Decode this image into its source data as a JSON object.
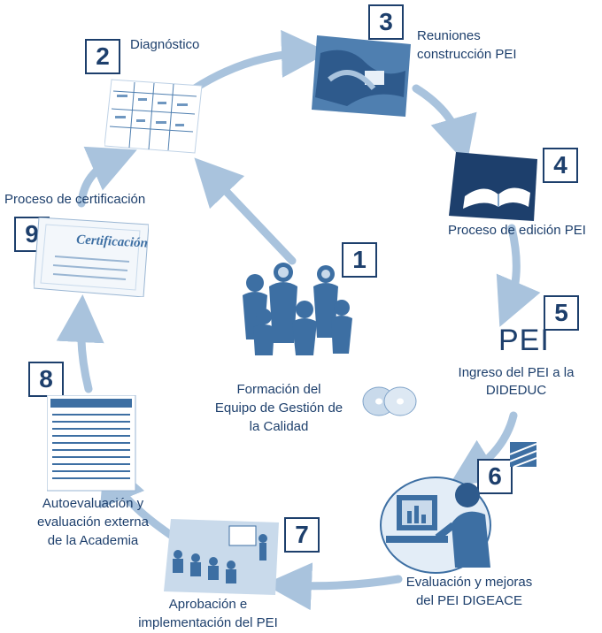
{
  "steps": [
    {
      "number": "1",
      "label_lines": [
        "Formación del",
        "Equipo de Gestión de",
        "la Calidad"
      ]
    },
    {
      "number": "2",
      "label_lines": [
        "Diagnóstico"
      ]
    },
    {
      "number": "3",
      "label_lines": [
        "Reuniones",
        "construcción PEI"
      ]
    },
    {
      "number": "4",
      "label_lines": [
        "Proceso de edición PEI"
      ]
    },
    {
      "number": "5",
      "label_lines": [
        "Ingreso del PEI a la",
        "DIDEDUC"
      ],
      "big_text": "PEI"
    },
    {
      "number": "6",
      "label_lines": [
        "Evaluación y mejoras",
        "del PEI DIGEACE"
      ]
    },
    {
      "number": "7",
      "label_lines": [
        "Aprobación e",
        "implementación del PEI"
      ]
    },
    {
      "number": "8",
      "label_lines": [
        "Autoevaluación y",
        "evaluación externa",
        "de la Academia"
      ]
    },
    {
      "number": "9",
      "label_lines": [
        "Proceso de certificación"
      ]
    }
  ],
  "certificate_title": "Certificación",
  "colors": {
    "arrow": "#a9c3dd",
    "text": "#1d3f6c",
    "illustration": "#3d6fa3",
    "light": "#c9daeb"
  }
}
